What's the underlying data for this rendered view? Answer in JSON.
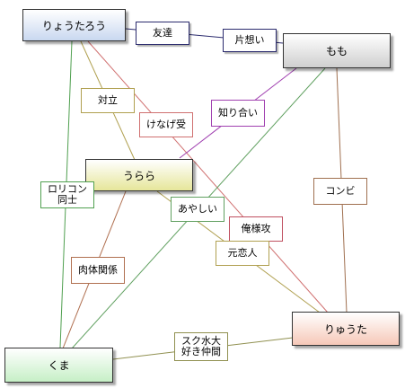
{
  "nodes": {
    "ryoutarou": {
      "label": "りょうたろう",
      "fill_top": "#ffffff",
      "fill_bottom": "#c9d8f0"
    },
    "momo": {
      "label": "もも",
      "fill_top": "#ffffff",
      "fill_bottom": "#cfcfcf"
    },
    "urara": {
      "label": "うらら",
      "fill_top": "#ffffff",
      "fill_bottom": "#e6e69a"
    },
    "ryuuta": {
      "label": "りゅうた",
      "fill_top": "#ffffff",
      "fill_bottom": "#f6c8b8"
    },
    "kuma": {
      "label": "くま",
      "fill_top": "#ffffff",
      "fill_bottom": "#c6efc6"
    }
  },
  "relations": {
    "tomodachi": {
      "label": "友達",
      "color": "#2b2b6e"
    },
    "kataomoi": {
      "label": "片想い",
      "color": "#2b2b6e"
    },
    "tairitsu": {
      "label": "対立",
      "color": "#b0a050"
    },
    "kenagezeme": {
      "label": "けなげ受",
      "color": "#d07070"
    },
    "shiriai": {
      "label": "知り合い",
      "color": "#a040b0"
    },
    "kombi": {
      "label": "コンビ",
      "color": "#a07050"
    },
    "rorikon": {
      "label": "ロリコン同士",
      "color": "#50a050"
    },
    "ayashii": {
      "label": "あやしい",
      "color": "#60a060"
    },
    "oresama": {
      "label": "俺様攻",
      "color": "#c05060"
    },
    "motokoibito": {
      "label": "元恋人",
      "color": "#b0a050"
    },
    "nikutai": {
      "label": "肉体関係",
      "color": "#b07050"
    },
    "sukumizu": {
      "label": "スク水大好き仲間",
      "color": "#909050"
    }
  }
}
